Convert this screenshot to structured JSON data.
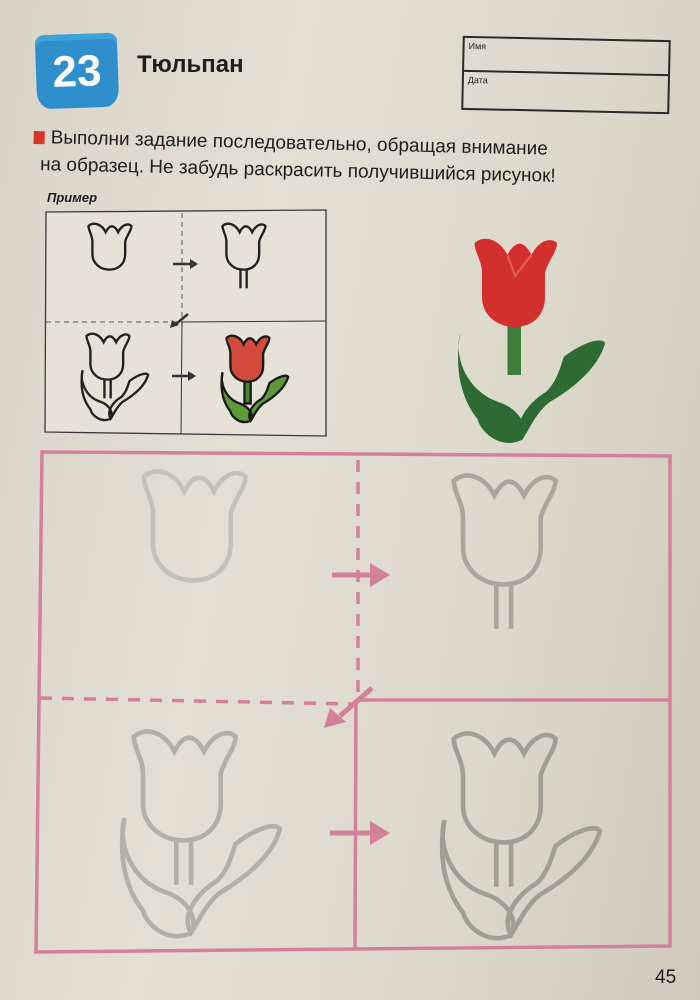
{
  "header": {
    "lesson_number": "23",
    "title": "Тюльпан",
    "name_field_label": "Имя",
    "date_field_label": "Дата"
  },
  "instruction": {
    "line1": "Выполни задание последовательно, обращая внимание",
    "line2": "на образец. Не забудь раскрасить получившийся рисунок!",
    "bullet_color": "#d9352b"
  },
  "example": {
    "label": "Пример",
    "steps": [
      "tulip-head",
      "tulip-head-with-stem",
      "tulip-with-leaves",
      "tulip-colored"
    ]
  },
  "reference_image": {
    "subject": "red tulip with green leaves",
    "petal_color": "#d42f2f",
    "leaf_color": "#2e6b34"
  },
  "worksheet": {
    "frame_color": "#d3809a",
    "outline_color": "#a8a59c",
    "steps": [
      "tulip-head",
      "tulip-head-with-stem",
      "tulip-with-leaves",
      "tulip-with-leaves-trace"
    ]
  },
  "footer": {
    "page_number": "45"
  }
}
